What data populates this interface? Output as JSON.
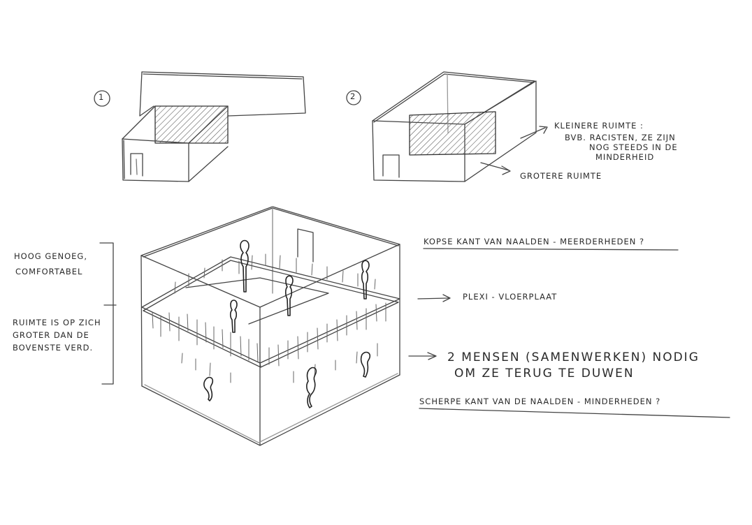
{
  "sketch_1": {
    "number": "1"
  },
  "sketch_2": {
    "number": "2",
    "note_small_space": {
      "title": "KLEINERE RUIMTE :",
      "line1": "BVB. RACISTEN, ZE ZIJN",
      "line2": "NOG STEEDS IN DE",
      "line3": "MINDERHEID"
    },
    "note_large_space": "GROTERE RUIMTE"
  },
  "main_sketch": {
    "left_top_line1": "HOOG GENOEG,",
    "left_top_line2": "COMFORTABEL",
    "left_bottom_line1": "RUIMTE IS OP ZICH",
    "left_bottom_line2": "GROTER DAN DE",
    "left_bottom_line3": "BOVENSTE VERD.",
    "note_top": "KOPSE KANT VAN NAALDEN - MEERDERHEDEN ?",
    "note_plexi": "PLEXI - VLOERPLAAT",
    "note_people_line1": "2 MENSEN (SAMENWERKEN) NODIG",
    "note_people_line2": "OM ZE TERUG TE DUWEN",
    "note_bottom": "SCHERPE KANT VAN DE NAALDEN - MINDERHEDEN ?"
  }
}
